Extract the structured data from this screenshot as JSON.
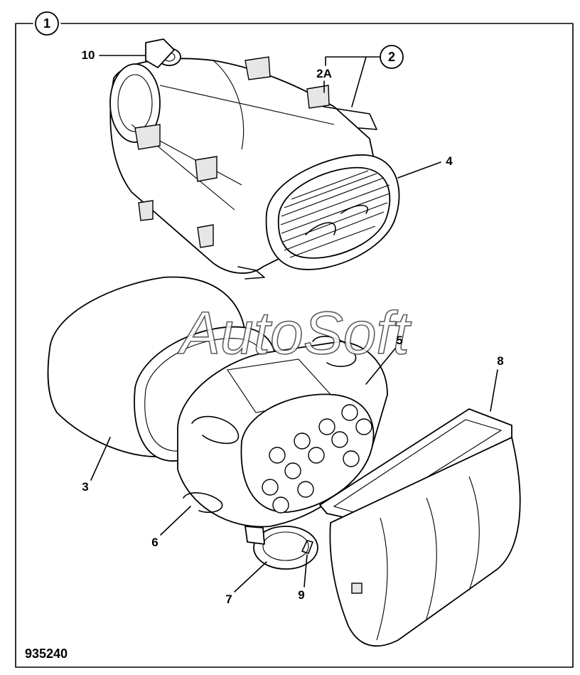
{
  "figure": {
    "title_callout": "1",
    "reference_number": "935240",
    "watermark": "AutoSoft"
  },
  "callouts": [
    {
      "id": "c10",
      "label": "10"
    },
    {
      "id": "c2",
      "label": "2"
    },
    {
      "id": "c2a",
      "label": "2A"
    },
    {
      "id": "c4",
      "label": "4"
    },
    {
      "id": "c5",
      "label": "5"
    },
    {
      "id": "c8",
      "label": "8"
    },
    {
      "id": "c3",
      "label": "3"
    },
    {
      "id": "c6",
      "label": "6"
    },
    {
      "id": "c7",
      "label": "7"
    },
    {
      "id": "c9",
      "label": "9"
    }
  ]
}
